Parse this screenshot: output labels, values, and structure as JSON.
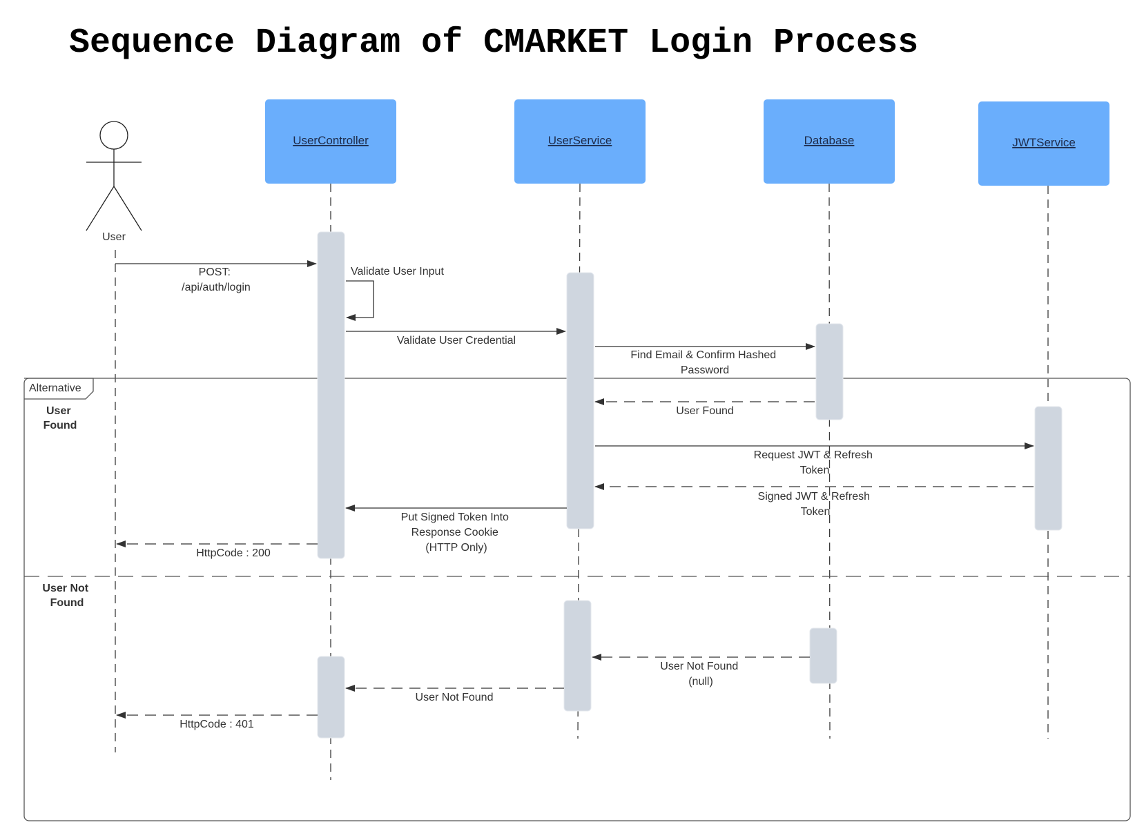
{
  "title": "Sequence Diagram of CMARKET Login Process",
  "actor": {
    "label": "User"
  },
  "lifelines": [
    {
      "id": "controller",
      "label": "UserController"
    },
    {
      "id": "service",
      "label": "UserService"
    },
    {
      "id": "database",
      "label": "Database"
    },
    {
      "id": "jwt",
      "label": "JWTService"
    }
  ],
  "messages": {
    "post_login": [
      "POST:",
      "/api/auth/login"
    ],
    "validate_input": [
      "Validate User Input"
    ],
    "validate_credential": [
      "Validate User Credential"
    ],
    "find_email": [
      "Find Email & Confirm Hashed",
      "Password"
    ],
    "user_found": [
      "User Found"
    ],
    "request_jwt": [
      "Request JWT & Refresh",
      "Token"
    ],
    "signed_jwt": [
      "Signed JWT & Refresh",
      "Token"
    ],
    "put_token": [
      "Put Signed Token Into",
      "Response Cookie",
      "(HTTP Only)"
    ],
    "http_200": [
      "HttpCode : 200"
    ],
    "user_not_found_db": [
      "User Not Found",
      "(null)"
    ],
    "user_not_found_service": [
      "User Not Found"
    ],
    "http_401": [
      "HttpCode : 401"
    ]
  },
  "fragment": {
    "tag": "Alternative",
    "guards": {
      "found": [
        "User",
        "Found"
      ],
      "not_found": [
        "User Not",
        "Found"
      ]
    }
  },
  "colors": {
    "lifeline_box": "#6aaefc",
    "activation": "#cfd6df"
  }
}
